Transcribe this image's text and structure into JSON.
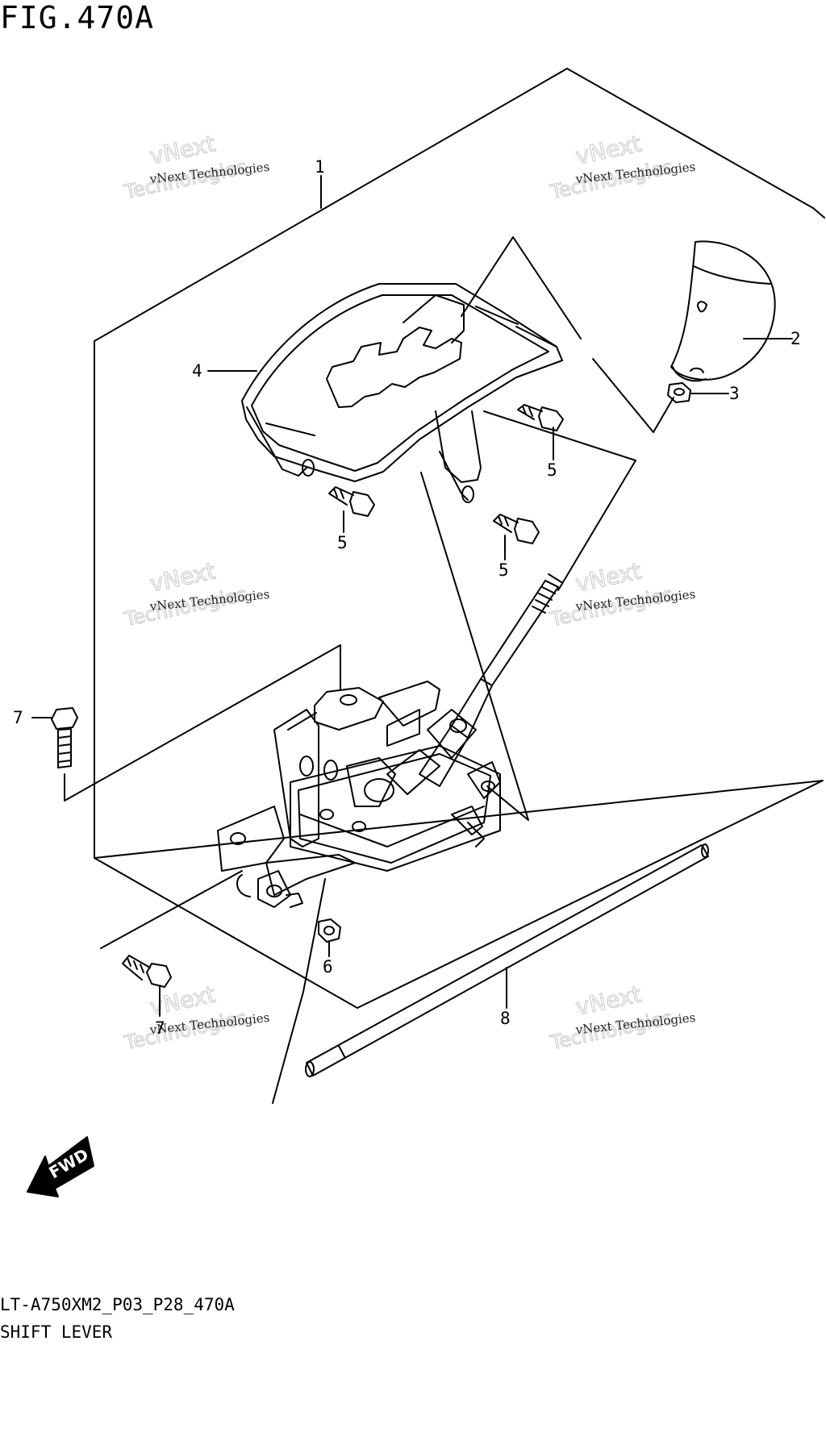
{
  "figure": {
    "title": "FIG.470A",
    "model_code": "LT-A750XM2_P03_P28_470A",
    "assembly_name": "SHIFT LEVER"
  },
  "callouts": [
    "1",
    "2",
    "3",
    "4",
    "5",
    "5",
    "5",
    "6",
    "7",
    "7",
    "8"
  ],
  "watermark": {
    "line1": "vNext Technologies",
    "big_top": "vNext",
    "big_bottom": "Technologies"
  },
  "direction_marker": "FWD"
}
